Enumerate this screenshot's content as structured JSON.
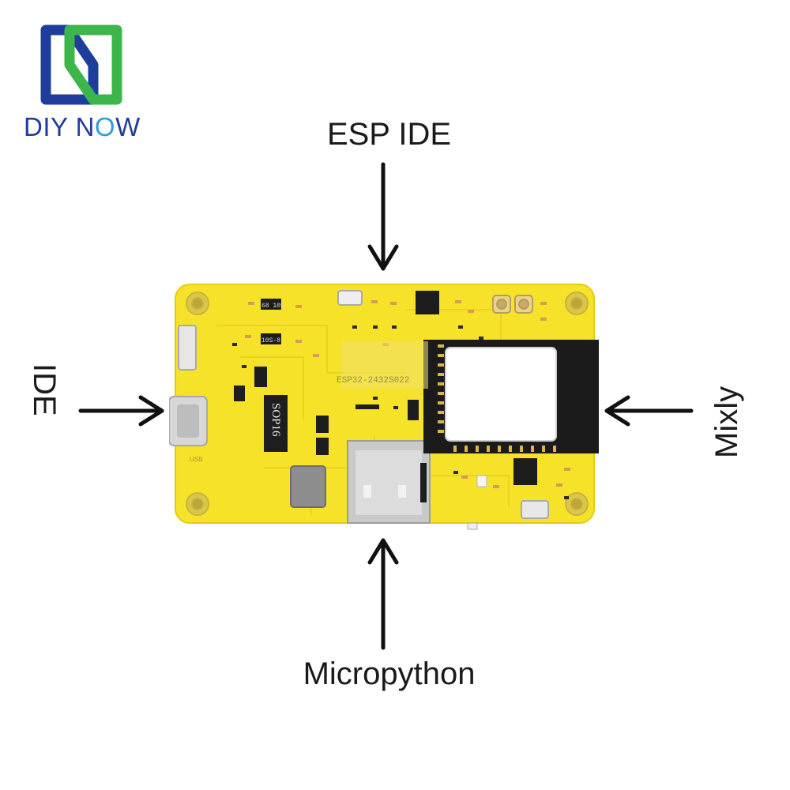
{
  "brand": {
    "name_part1": "DIY N",
    "name_part2": "O",
    "name_part3": "W",
    "colors": {
      "blue": "#1f3e9c",
      "green": "#3cb54a",
      "light_blue": "#2f9bd8"
    }
  },
  "labels": {
    "top": "ESP IDE",
    "left": "IDE",
    "right": "Mixly",
    "bottom": "Micropython"
  },
  "board": {
    "chip_text": "SOP16",
    "module_text": "ESP32-2432S022",
    "small_marks": [
      "68 10S",
      "10S-8",
      "USB"
    ],
    "colors": {
      "pcb": "#f7e22a",
      "pad": "#d9c64a",
      "module_shield": "#1b1b1b"
    }
  }
}
